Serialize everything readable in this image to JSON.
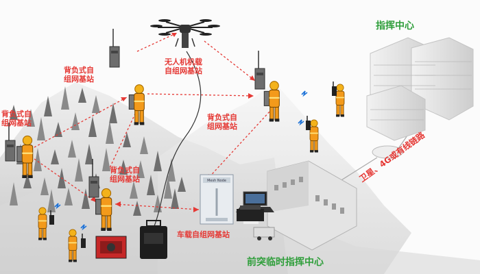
{
  "labels": {
    "command_center": "指挥中心",
    "forward_command": "前突临时指挥中心",
    "uav_station": "无人机机载自组网基站",
    "backpack_top_left": "背负式自组网基站",
    "backpack_left": "背负式自组网基站",
    "backpack_mid": "背负式自组网基站",
    "backpack_center": "背负式自组网基站",
    "vehicle_station": "车载自组网基站",
    "satellite_link": "卫星、4G或有线链路",
    "device_brand": "Mesh Node"
  },
  "colors": {
    "label_red": "#e53935",
    "label_green": "#2e9e3a",
    "link_red": "#e53935",
    "firefighter_orange": "#f39a1b",
    "signal_blue": "#1e73d8"
  },
  "icons": [
    "drone-icon",
    "backpack-radio-icon",
    "firefighter-icon",
    "handheld-radio-icon",
    "wireless-signal-icon",
    "building-icon",
    "vehicle-base-station-icon",
    "laptop-icon",
    "printer-icon",
    "generator-icon",
    "equipment-case-icon",
    "cloud-icon"
  ]
}
